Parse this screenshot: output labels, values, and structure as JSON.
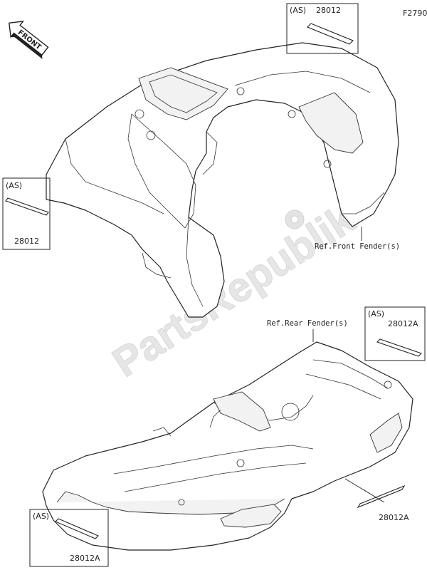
{
  "figure_code": "F2790",
  "front_arrow_label": "FRONT",
  "watermark": "PartsRepublik",
  "callouts": {
    "top_right": {
      "qualifier": "(AS)",
      "part_number": "28012"
    },
    "left": {
      "qualifier": "(AS)",
      "part_number": "28012"
    },
    "mid_right": {
      "qualifier": "(AS)",
      "part_number": "28012A"
    },
    "bottom_right": {
      "part_number": "28012A"
    },
    "bottom_left": {
      "qualifier": "(AS)",
      "part_number": "28012A"
    }
  },
  "references": {
    "front_fender": "Ref.Front Fender(s)",
    "rear_fender": "Ref.Rear Fender(s)"
  }
}
